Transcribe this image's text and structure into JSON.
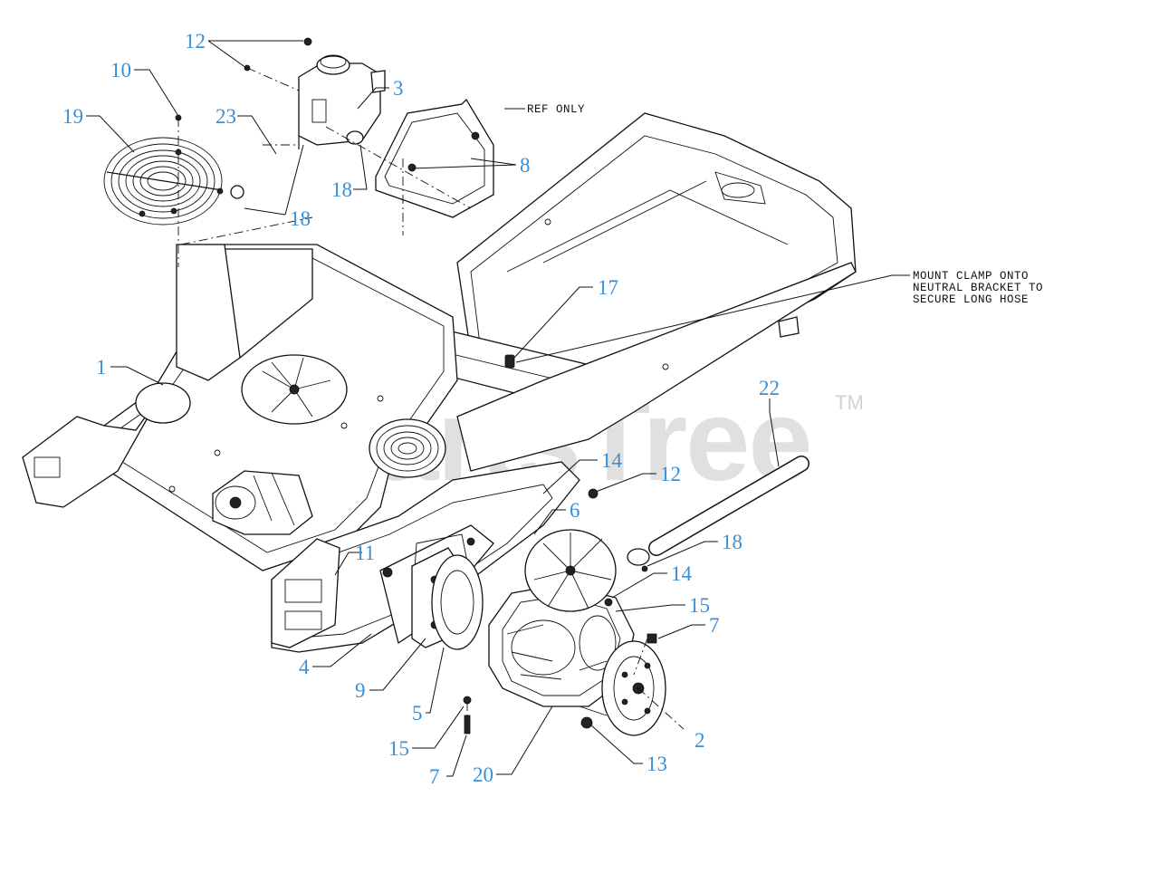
{
  "watermark": {
    "brand": "PartsTree",
    "trademark": "TM"
  },
  "notes": {
    "ref_only": "REF ONLY",
    "mount_clamp": [
      "MOUNT CLAMP ONTO",
      "NEUTRAL BRACKET TO",
      "SECURE LONG HOSE"
    ]
  },
  "callouts": {
    "c12a": "12",
    "c10": "10",
    "c19": "19",
    "c23": "23",
    "c3": "3",
    "c18a": "18",
    "c18b": "18",
    "c8": "8",
    "c17": "17",
    "c1": "1",
    "c22": "22",
    "c14a": "14",
    "c12b": "12",
    "c6": "6",
    "c18c": "18",
    "c11": "11",
    "c14b": "14",
    "c15a": "15",
    "c7a": "7",
    "c4": "4",
    "c9": "9",
    "c5": "5",
    "c15b": "15",
    "c7b": "7",
    "c20": "20",
    "c13": "13",
    "c2": "2"
  }
}
